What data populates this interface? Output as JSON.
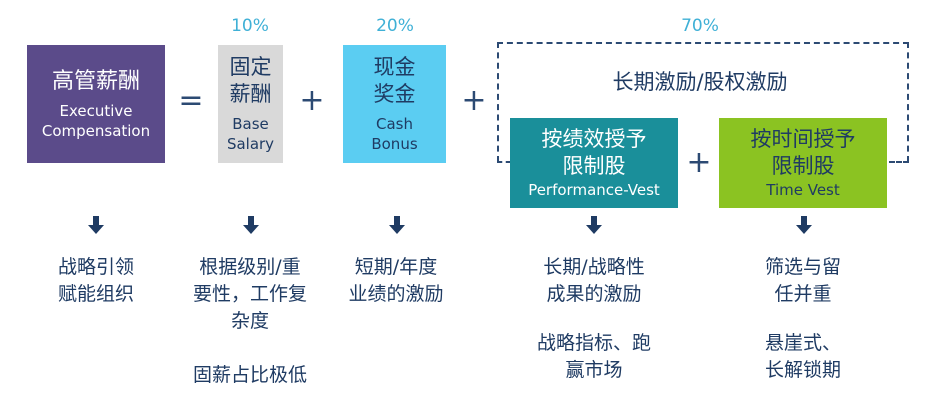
{
  "percentages": {
    "base": "10%",
    "cash": "20%",
    "lti": "70%"
  },
  "operators": {
    "equals": "=",
    "plus1": "+",
    "plus2": "+",
    "plus3": "+"
  },
  "exec_comp": {
    "cn": "高管薪酬",
    "en1": "Executive",
    "en2": "Compensation"
  },
  "base_salary": {
    "cn1": "固定",
    "cn2": "薪酬",
    "en1": "Base",
    "en2": "Salary"
  },
  "cash_bonus": {
    "cn1": "现金",
    "cn2": "奖金",
    "en1": "Cash",
    "en2": "Bonus"
  },
  "lti": {
    "title": "长期激励/股权激励"
  },
  "performance_vest": {
    "cn1": "按绩效授予",
    "cn2": "限制股",
    "en": "Performance-Vest"
  },
  "time_vest": {
    "cn1": "按时间授予",
    "cn2": "限制股",
    "en": "Time Vest"
  },
  "descriptions": {
    "exec": [
      "战略引领",
      "赋能组织"
    ],
    "base": [
      "根据级别/重",
      "要性，工作复",
      "杂度",
      "",
      "固薪占比极低"
    ],
    "cash": [
      "短期/年度",
      "业绩的激励"
    ],
    "performance": [
      "长期/战略性",
      "成果的激励",
      "",
      "战略指标、跑",
      "赢市场"
    ],
    "time": [
      "筛选与留",
      "任并重",
      "",
      "悬崖式、",
      "长解锁期"
    ]
  },
  "colors": {
    "exec_box": "#5b4b8a",
    "base_box": "#d9d9d9",
    "cash_box": "#5bcdf2",
    "performance_box": "#1a8f9a",
    "time_box": "#8bc322",
    "text_dark": "#1f3b63",
    "percent": "#3fb0d6"
  }
}
